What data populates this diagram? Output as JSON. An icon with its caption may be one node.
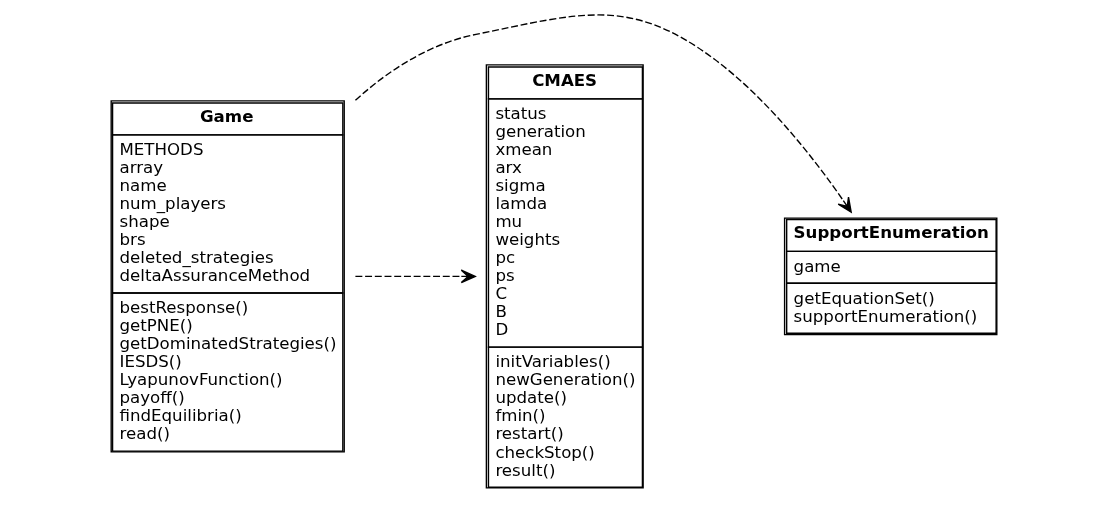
{
  "diagram": {
    "nodes": [
      {
        "text": [
          "SupportEnumeration",
          "game",
          "getEquationSet() supportEnumeration()"
        ]
      },
      {
        "text": [
          "Game",
          "METHODS array name num_players shape brs deleted_strategies deltaAssuranceMethod",
          "bestResponse() getPNE() getDominatedStrategies() IESDS() LyapunovFunction() payoff() findEquilibria() read()"
        ]
      },
      {
        "text": [
          "CMAES",
          "status generation xmean arx sigma lamda mu weights pc ps C B D",
          "initVariables() newGeneration() update() fmin() restart() checkStop() result()"
        ]
      }
    ],
    "edges": [
      {
        "from": 1,
        "to": 0,
        "arrow": "to",
        "style": "dashed"
      },
      {
        "from": 1,
        "to": 2,
        "arrow": "to",
        "style": "dashed"
      }
    ]
  }
}
